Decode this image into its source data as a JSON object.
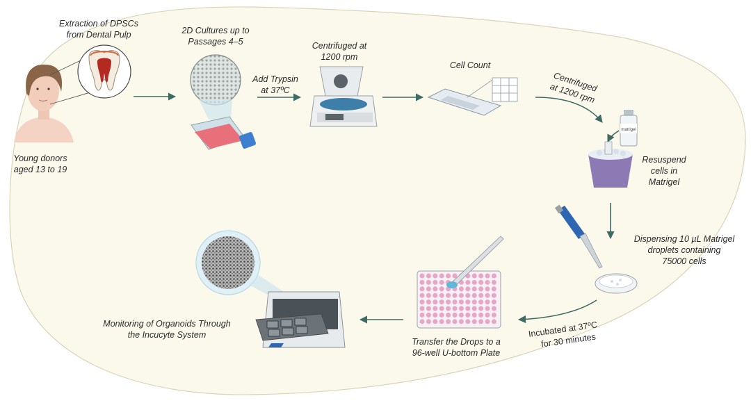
{
  "steps": {
    "donors": {
      "line1": "Young donors",
      "line2": "aged 13 to 19"
    },
    "extraction": {
      "line1": "Extraction of DPSCs",
      "line2": "from Dental Pulp"
    },
    "cultures": {
      "line1": "2D Cultures up to",
      "line2": "Passages 4–5"
    },
    "trypsin": {
      "line1": "Add Trypsin",
      "line2": "at 37ºC"
    },
    "centrifuge1": {
      "line1": "Centrifuged at",
      "line2": "1200 rpm"
    },
    "cell_count": {
      "line1": "Cell Count"
    },
    "centrifuge2": {
      "line1": "Centrifuged",
      "line2": "at 1200 rpm"
    },
    "resuspend": {
      "line1": "Resuspend",
      "line2": "cells in",
      "line3": "Matrigel"
    },
    "dispensing": {
      "line1": "Dispensing 10 µL Matrigel",
      "line2": "droplets containing",
      "line3": "75000 cells"
    },
    "incubated": {
      "line1": "Incubated at 37ºC",
      "line2": "for 30 minutes"
    },
    "transfer": {
      "line1": "Transfer the Drops to a",
      "line2": "96-well U-bottom Plate"
    },
    "monitoring": {
      "line1": "Monitoring of Organoids Through",
      "line2": "the Incucyte System"
    }
  },
  "icons": {
    "matrigel_label": "matrigel"
  },
  "colors": {
    "background_blob": "#fbf9ec",
    "arrow": "#3d6b63",
    "flask_medium": "#e8707a",
    "flask_cap": "#3f7fd0",
    "beaker": "#8d7ab5",
    "plate_wells": "#e7a6c6",
    "pipette": "#2f66b3"
  }
}
